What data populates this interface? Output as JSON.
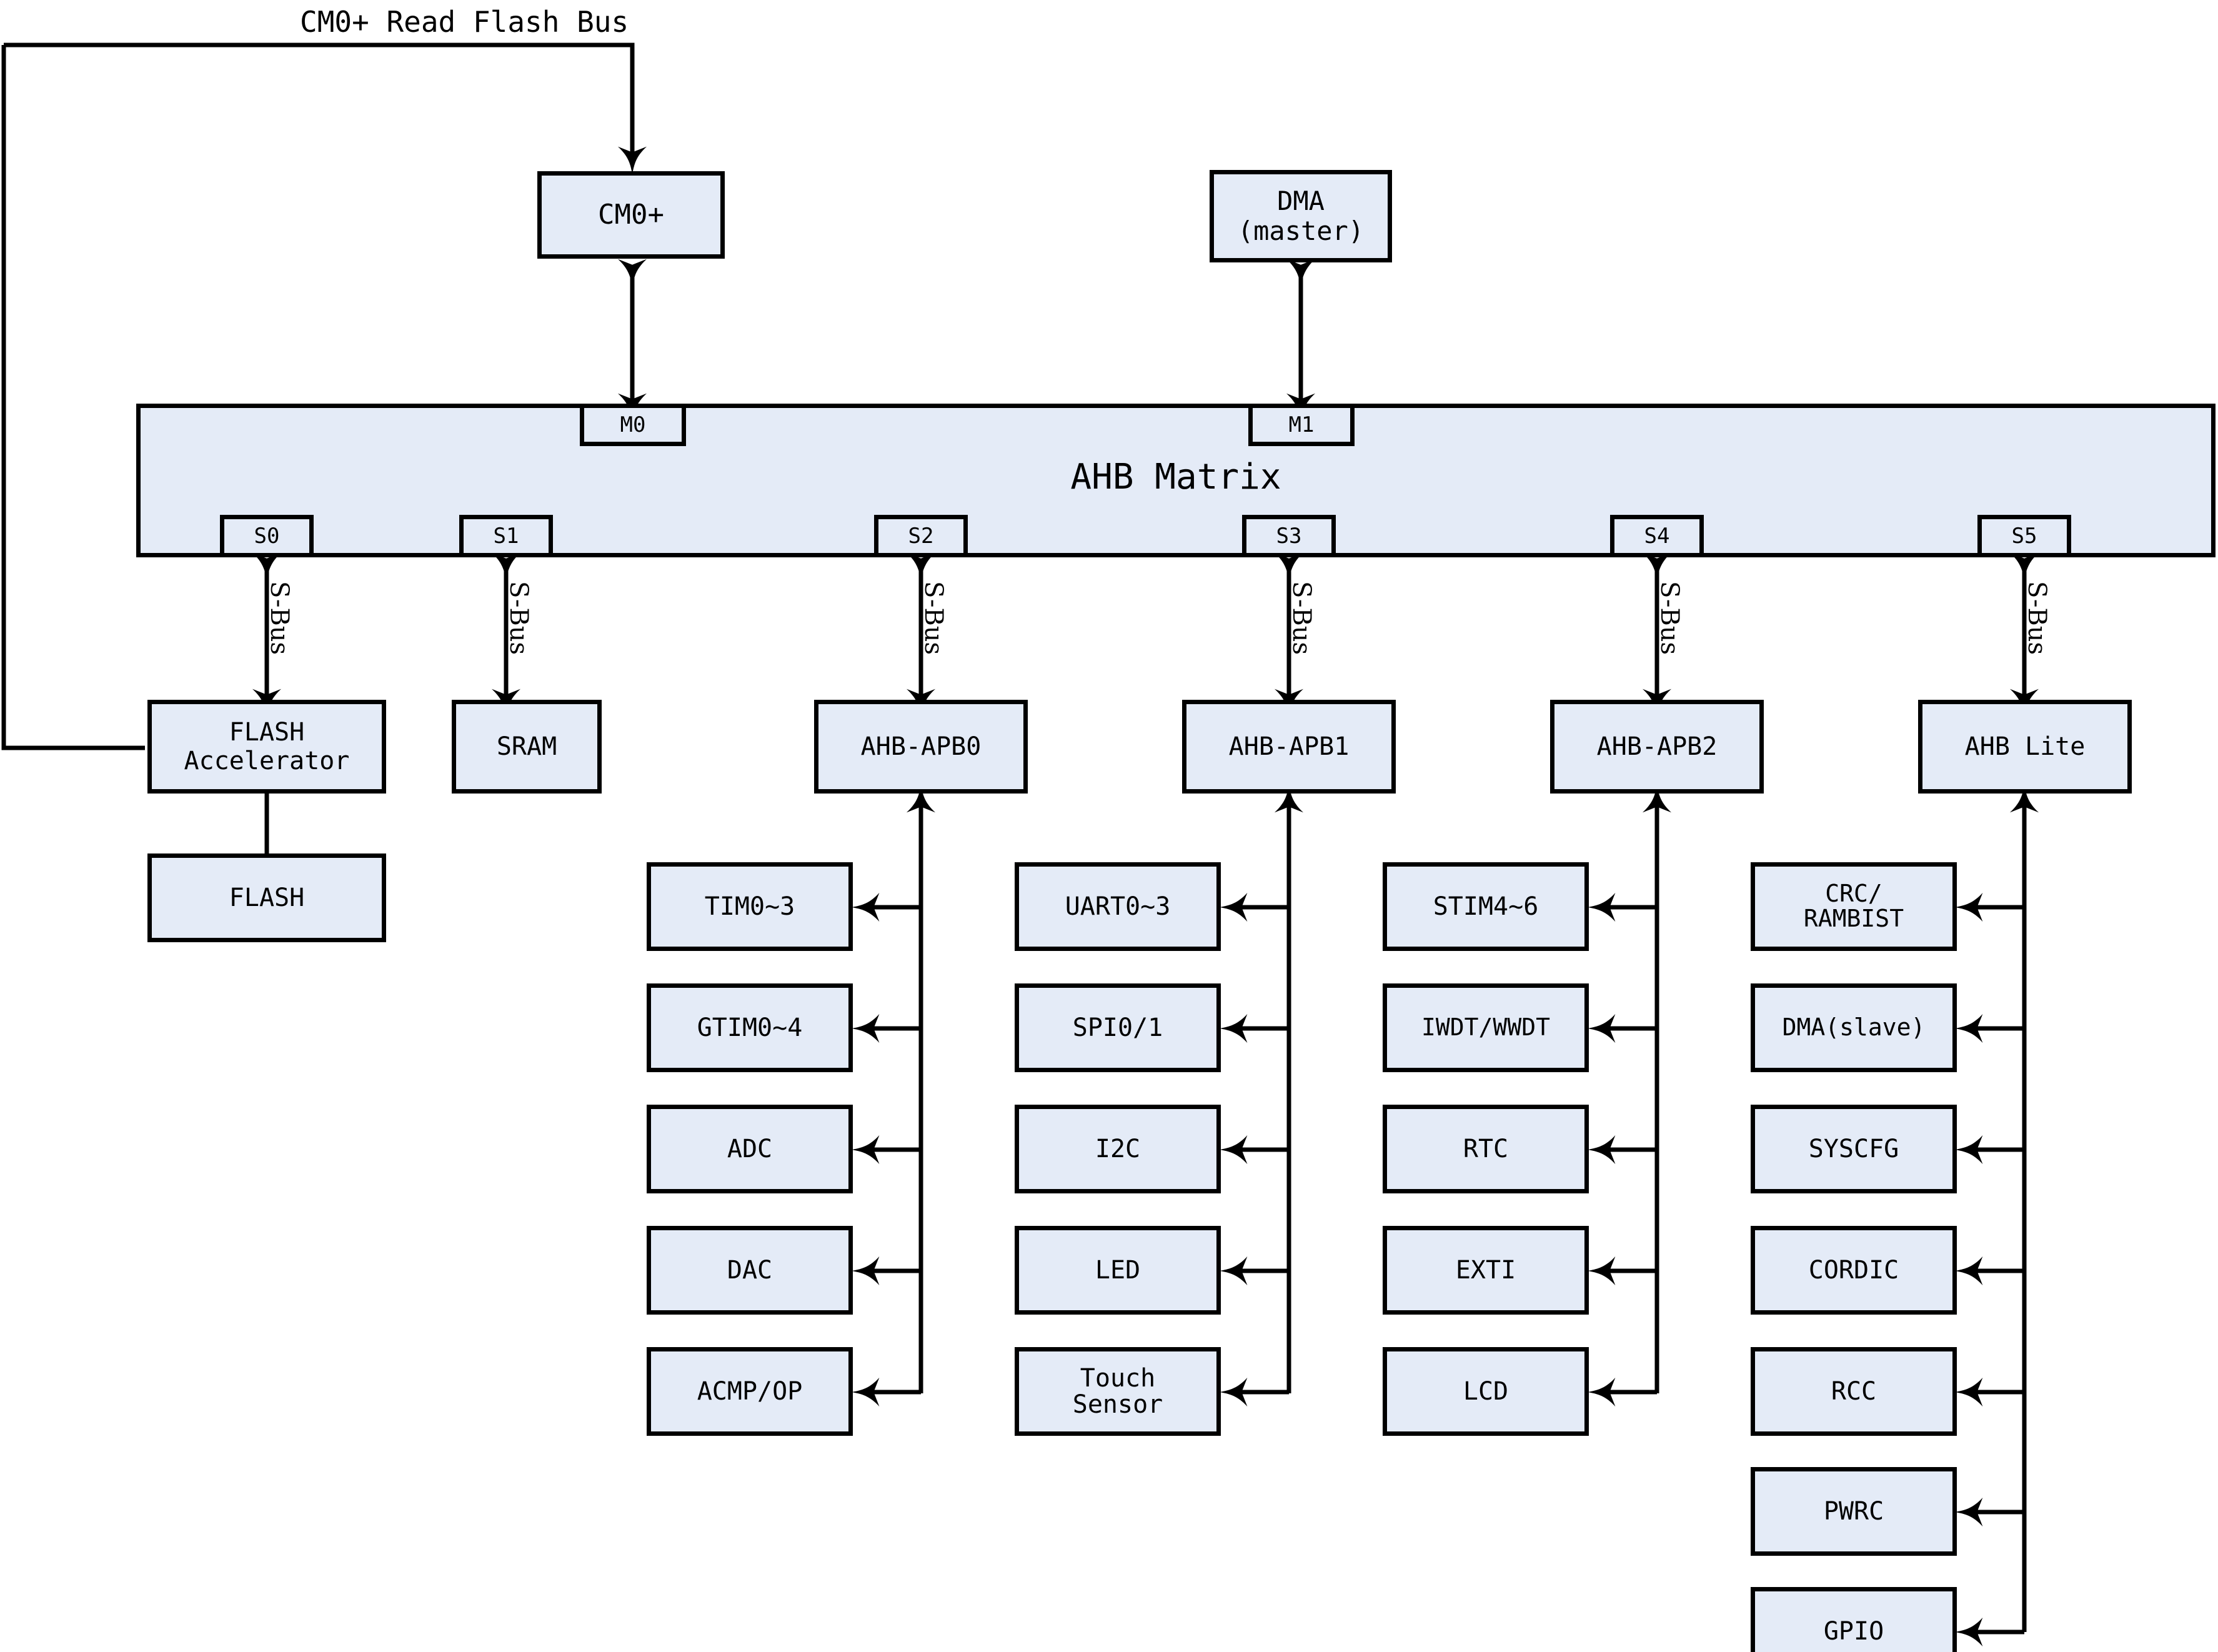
{
  "diagram": {
    "title_label": "CM0+ Read Flash Bus",
    "matrix": {
      "name": "AHB Matrix",
      "master_ports": [
        {
          "id": "M0",
          "label": "M0"
        },
        {
          "id": "M1",
          "label": "M1"
        }
      ],
      "slave_ports": [
        {
          "id": "S0",
          "label": "S0"
        },
        {
          "id": "S1",
          "label": "S1"
        },
        {
          "id": "S2",
          "label": "S2"
        },
        {
          "id": "S3",
          "label": "S3"
        },
        {
          "id": "S4",
          "label": "S4"
        },
        {
          "id": "S5",
          "label": "S5"
        }
      ]
    },
    "masters": [
      {
        "id": "cm0p",
        "label": "CM0+"
      },
      {
        "id": "dma_master",
        "label": "DMA\n(master)"
      }
    ],
    "bus_labels": [
      "S-Bus",
      "S-Bus",
      "S-Bus",
      "S-Bus",
      "S-Bus",
      "S-Bus"
    ],
    "slaves": [
      {
        "id": "flash_accel",
        "label": "FLASH\nAccelerator"
      },
      {
        "id": "sram",
        "label": "SRAM"
      },
      {
        "id": "ahb_apb0",
        "label": "AHB-APB0"
      },
      {
        "id": "ahb_apb1",
        "label": "AHB-APB1"
      },
      {
        "id": "ahb_apb2",
        "label": "AHB-APB2"
      },
      {
        "id": "ahb_lite",
        "label": "AHB Lite"
      }
    ],
    "memory": {
      "id": "flash",
      "label": "FLASH"
    },
    "peripheral_columns": [
      {
        "bridge": "AHB-APB0",
        "items": [
          "TIM0~3",
          "GTIM0~4",
          "ADC",
          "DAC",
          "ACMP/OP"
        ]
      },
      {
        "bridge": "AHB-APB1",
        "items": [
          "UART0~3",
          "SPI0/1",
          "I2C",
          "LED",
          "Touch\nSensor"
        ]
      },
      {
        "bridge": "AHB-APB2",
        "items": [
          "STIM4~6",
          "IWDT/WWDT",
          "RTC",
          "EXTI",
          "LCD"
        ]
      },
      {
        "bridge": "AHB Lite",
        "items": [
          "CRC/\nRAMBIST",
          "DMA(slave)",
          "SYSCFG",
          "CORDIC",
          "RCC",
          "PWRC",
          "GPIO"
        ]
      }
    ],
    "colors": {
      "box_fill": "#e4ebf7",
      "stroke": "#000000",
      "background": "#ffffff"
    }
  }
}
